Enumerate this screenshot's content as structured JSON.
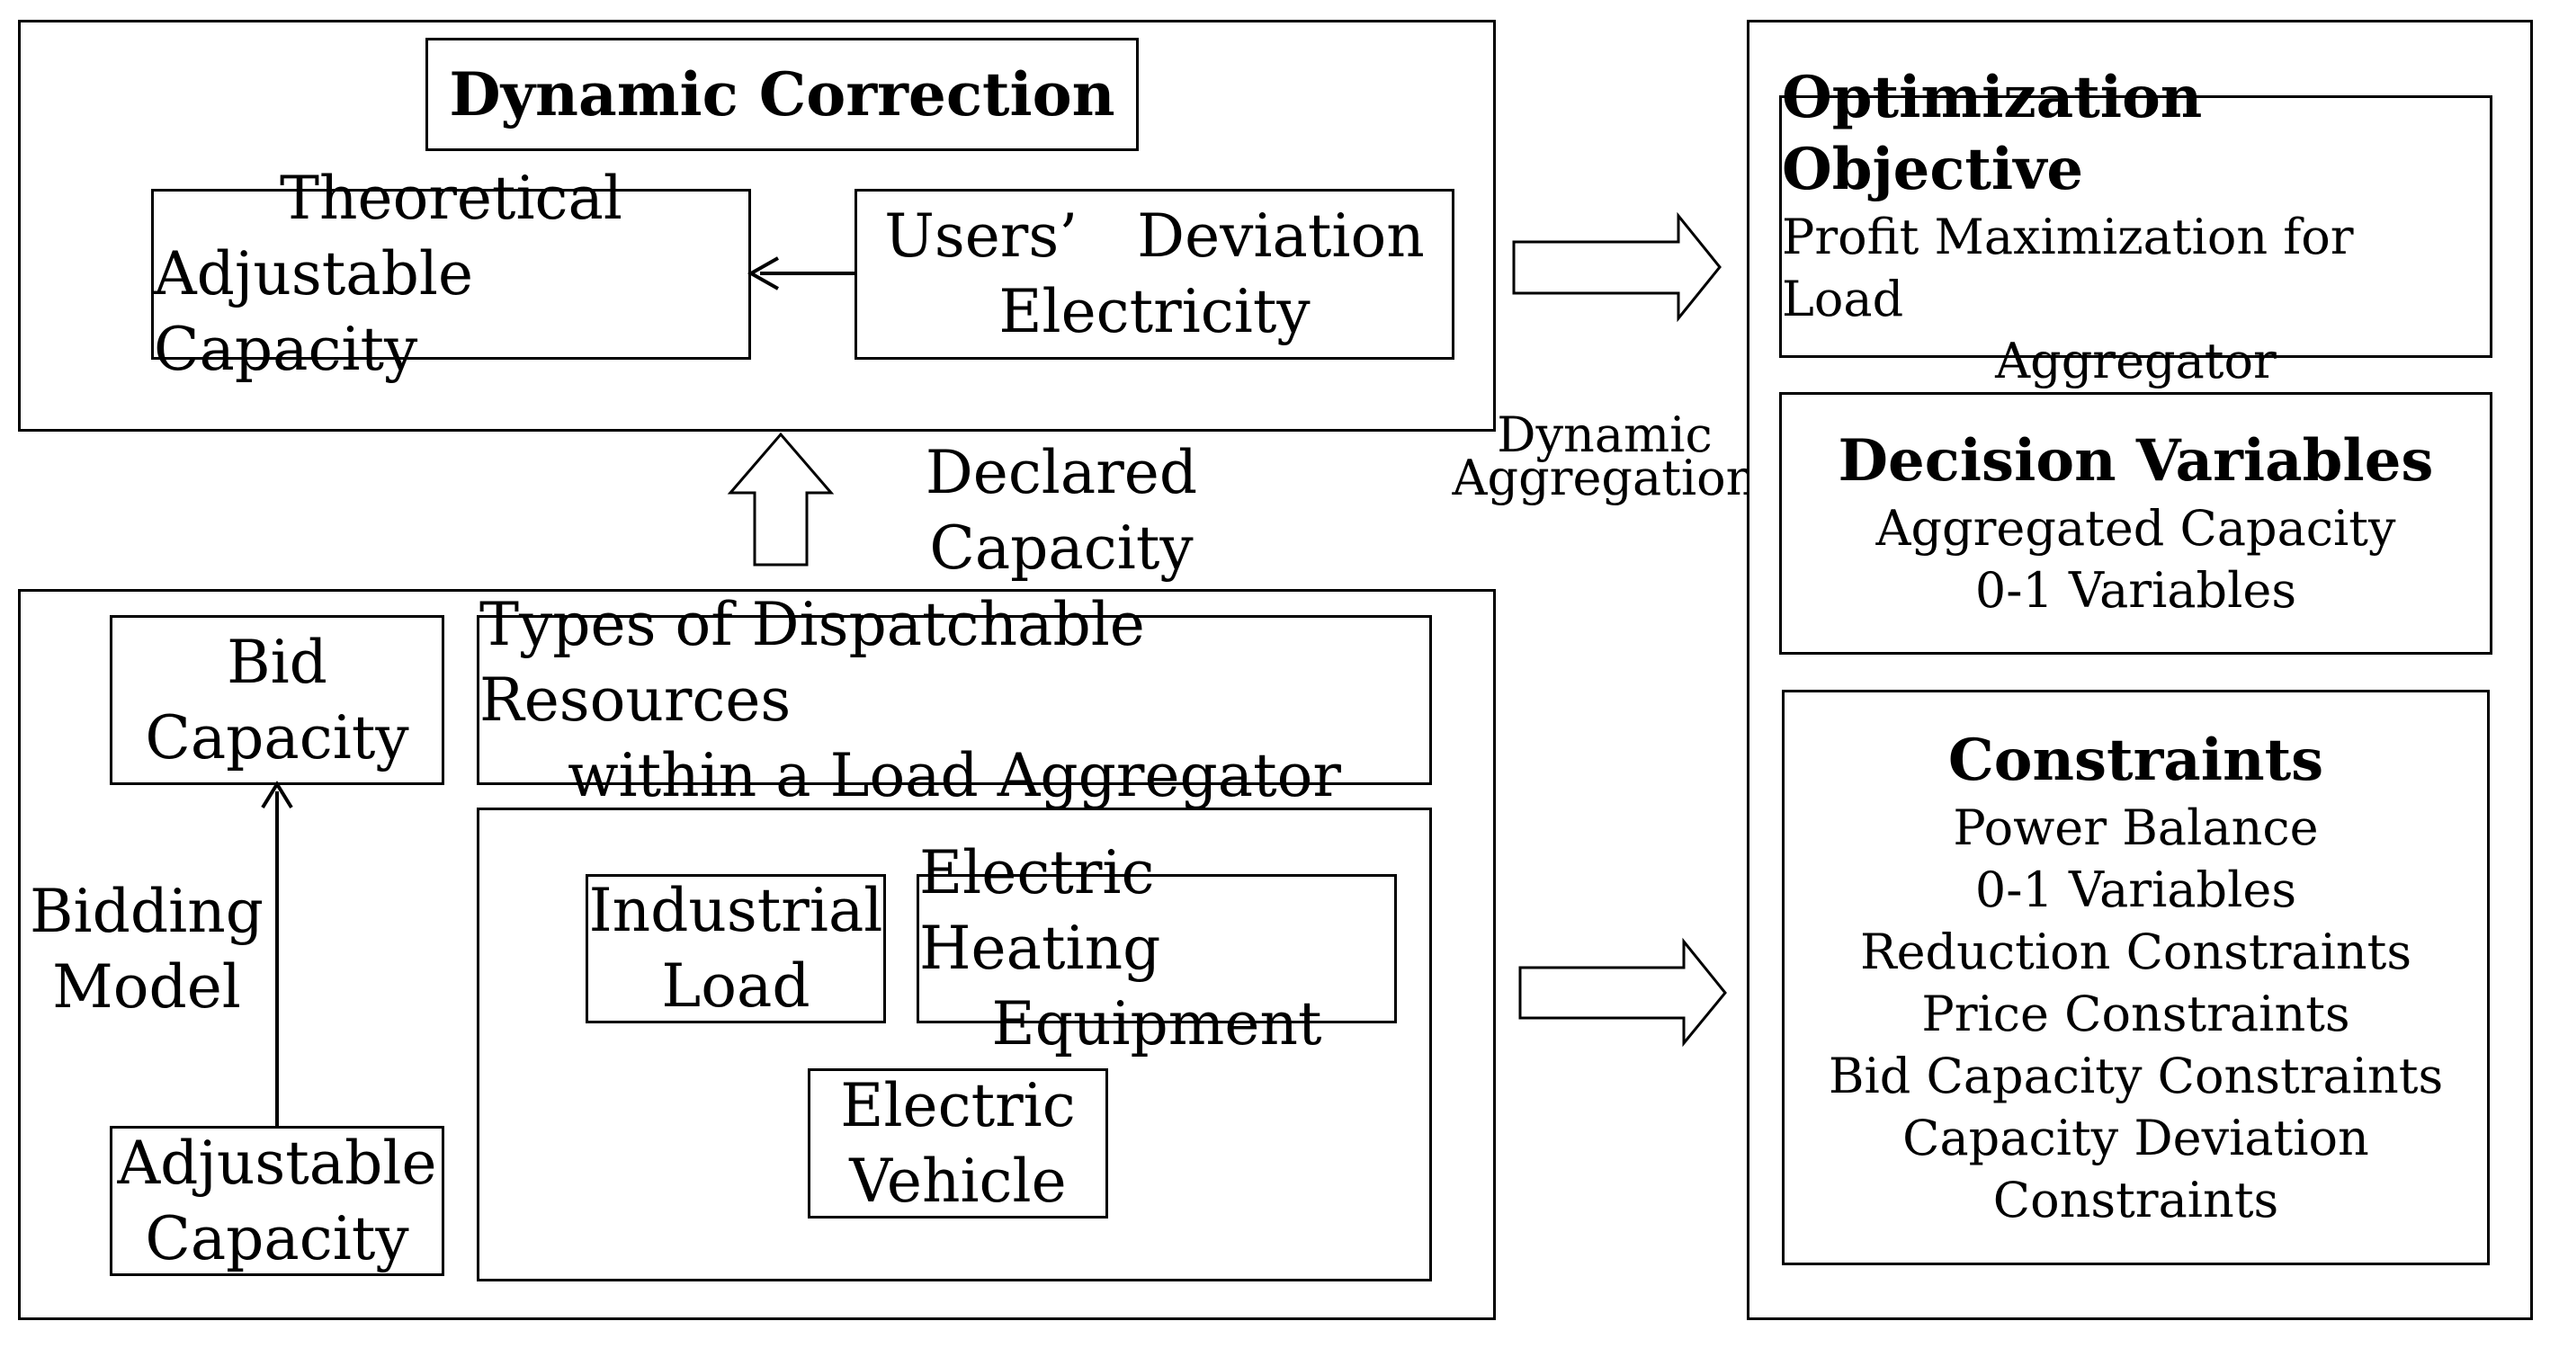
{
  "dynamic_correction": {
    "title": "Dynamic Correction",
    "theoretical": [
      "Theoretical",
      "Adjustable Capacity"
    ],
    "deviation": [
      "Users’ Deviation",
      "Electricity"
    ]
  },
  "declared_capacity": [
    "Declared",
    "Capacity"
  ],
  "dynamic_aggregation": [
    "Dynamic",
    "Aggregation"
  ],
  "bidding": {
    "bid_capacity": [
      "Bid",
      "Capacity"
    ],
    "bidding_model": [
      "Bidding",
      "Model"
    ],
    "adjustable_capacity": [
      "Adjustable",
      "Capacity"
    ],
    "types_title": [
      "Types of Dispatchable Resources",
      "within a Load Aggregator"
    ],
    "industrial_load": [
      "Industrial",
      "Load"
    ],
    "electric_heating": [
      "Electric Heating",
      "Equipment"
    ],
    "electric_vehicle": [
      "Electric",
      "Vehicle"
    ]
  },
  "model": {
    "objective": {
      "title": "Optimization Objective",
      "lines": [
        "Profit Maximization for Load",
        "Aggregator"
      ]
    },
    "decision": {
      "title": "Decision Variables",
      "lines": [
        "Aggregated Capacity",
        "0-1 Variables"
      ]
    },
    "constraints": {
      "title": "Constraints",
      "lines": [
        "Power Balance",
        "0-1 Variables",
        "Reduction Constraints",
        "Price Constraints",
        "Bid Capacity Constraints",
        "Capacity Deviation",
        "Constraints"
      ]
    }
  }
}
